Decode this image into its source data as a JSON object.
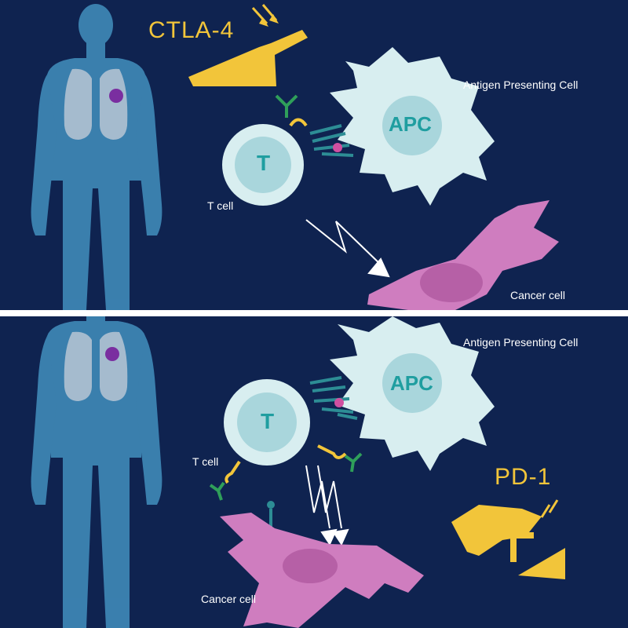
{
  "top_panel": {
    "checkpoint_label": "CTLA-4",
    "apc_caption": "Antigen Presenting Cell",
    "apc_text": "APC",
    "t_cell_text": "T",
    "t_cell_caption": "T cell",
    "cancer_caption": "Cancer cell"
  },
  "bottom_panel": {
    "checkpoint_label": "PD-1",
    "apc_caption": "Antigen Presenting Cell",
    "apc_text": "APC",
    "t_cell_text": "T",
    "t_cell_caption": "T cell",
    "cancer_caption": "Cancer cell"
  },
  "colors": {
    "background": "#0f2350",
    "body_silhouette": "#3f89b8",
    "lung": "#c9cfd9",
    "tumor": "#7a2ea0",
    "cell_fill": "#d8eef0",
    "cell_nucleus": "#a9d6dc",
    "cell_letter": "#1f9ea0",
    "cancer_cell": "#cf7dbf",
    "checkpoint_yellow": "#f2c53a",
    "antibody_green": "#2f9f5a",
    "receptor_teal": "#2d8d95",
    "antigen_magenta": "#d04fa0"
  },
  "icons": [
    "human-body-silhouette-icon",
    "lightning-arrow-icon",
    "jumper-cable-clamp-icon",
    "antibody-icon",
    "receptor-icon"
  ]
}
